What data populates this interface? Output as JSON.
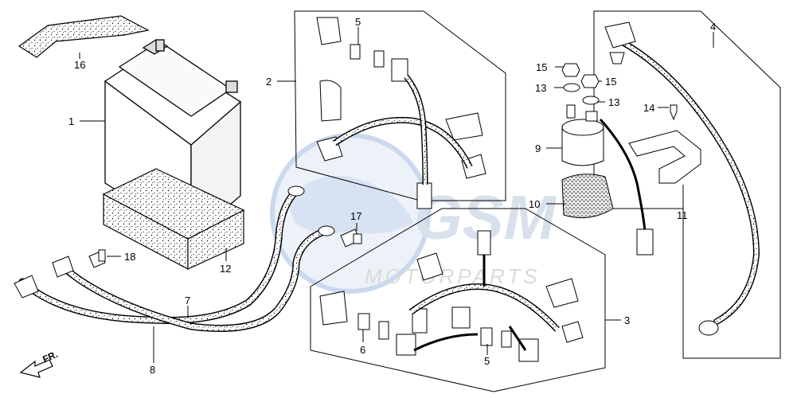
{
  "diagram": {
    "callouts": {
      "c1": "1",
      "c2": "2",
      "c3": "3",
      "c4": "4",
      "c5a": "5",
      "c5b": "5",
      "c6": "6",
      "c7": "7",
      "c8": "8",
      "c9": "9",
      "c10": "10",
      "c11": "11",
      "c12": "12",
      "c13a": "13",
      "c13b": "13",
      "c14": "14",
      "c15a": "15",
      "c15b": "15",
      "c16": "16",
      "c17": "17",
      "c18": "18"
    },
    "direction_label": "FR.",
    "watermark": {
      "logo_text": "GSM",
      "subtitle": "MOTORPARTS"
    }
  }
}
